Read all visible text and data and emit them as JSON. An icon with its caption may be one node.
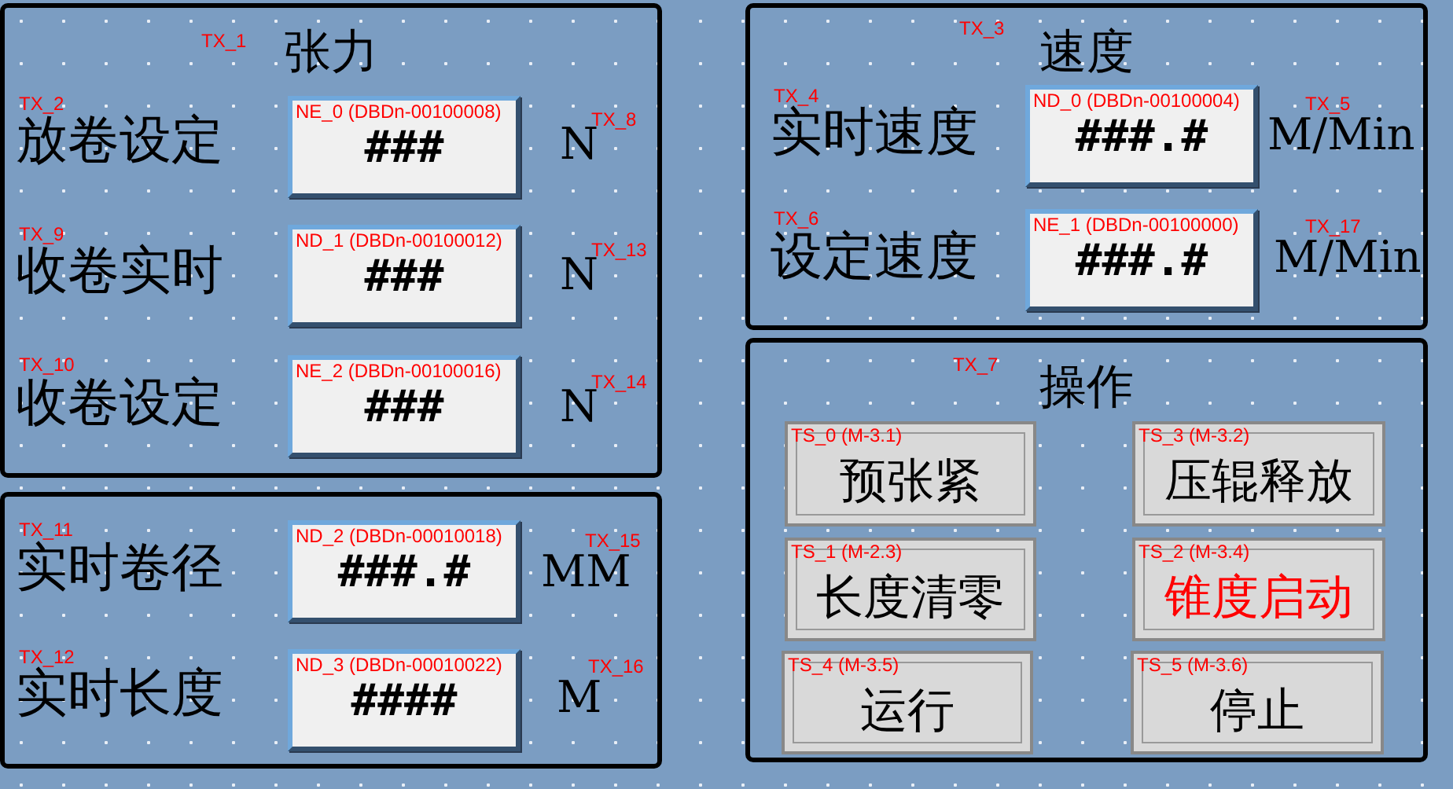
{
  "diagram": {
    "nodes": [
      {
        "text": [
          "张力"
        ]
      },
      {
        "text": [
          "NE_0 (DBDn-00100008)",
          "###"
        ],
        "in": 0
      },
      {
        "text": [
          "ND_1 (DBDn-00100012)",
          "###"
        ],
        "in": 0
      },
      {
        "text": [
          "NE_2 (DBDn-00100016)",
          "###"
        ],
        "in": 0
      },
      {
        "text": [],
        "shape": "box"
      },
      {
        "text": [
          "ND_2 (DBDn-00010018)",
          "###.#"
        ],
        "in": 4
      },
      {
        "text": [
          "ND_3 (DBDn-00010022)",
          "####"
        ],
        "in": 4
      },
      {
        "text": [
          "速度"
        ]
      },
      {
        "text": [
          "ND_0 (DBDn-00100004)",
          "###.#"
        ],
        "in": 7
      },
      {
        "text": [
          "NE_1 (DBDn-00100000)",
          "###.#"
        ],
        "in": 7
      },
      {
        "text": [
          "操作"
        ]
      },
      {
        "text": [
          "TS_0 (M-3.1)",
          "预张紧"
        ],
        "in": 10
      },
      {
        "text": [
          "TS_3 (M-3.2)",
          "压辊释放"
        ],
        "in": 10
      },
      {
        "text": [
          "TS_1 (M-2.3)",
          "长度清零"
        ],
        "in": 10
      },
      {
        "text": [
          "TS_2 (M-3.4)",
          "锥度启动"
        ],
        "in": 10
      },
      {
        "text": [
          "TS_4 (M-3.5)",
          "运行"
        ],
        "in": 10
      },
      {
        "text": [
          "TS_5 (M-3.6)",
          "停止"
        ],
        "in": 10
      }
    ],
    "labels": [
      "TX_1",
      "TX_2",
      "放卷设定",
      "N",
      "TX_8",
      "TX_9",
      "收卷实时",
      "N",
      "TX_13",
      "TX_10",
      "收卷设定",
      "N",
      "TX_14",
      "TX_11",
      "实时卷径",
      "MM",
      "TX_15",
      "TX_12",
      "实时长度",
      "M",
      "TX_16",
      "TX_3",
      "TX_4",
      "实时速度",
      "M/Min",
      "TX_5",
      "TX_6",
      "设定速度",
      "M/Min",
      "TX_17",
      "TX_7"
    ]
  }
}
